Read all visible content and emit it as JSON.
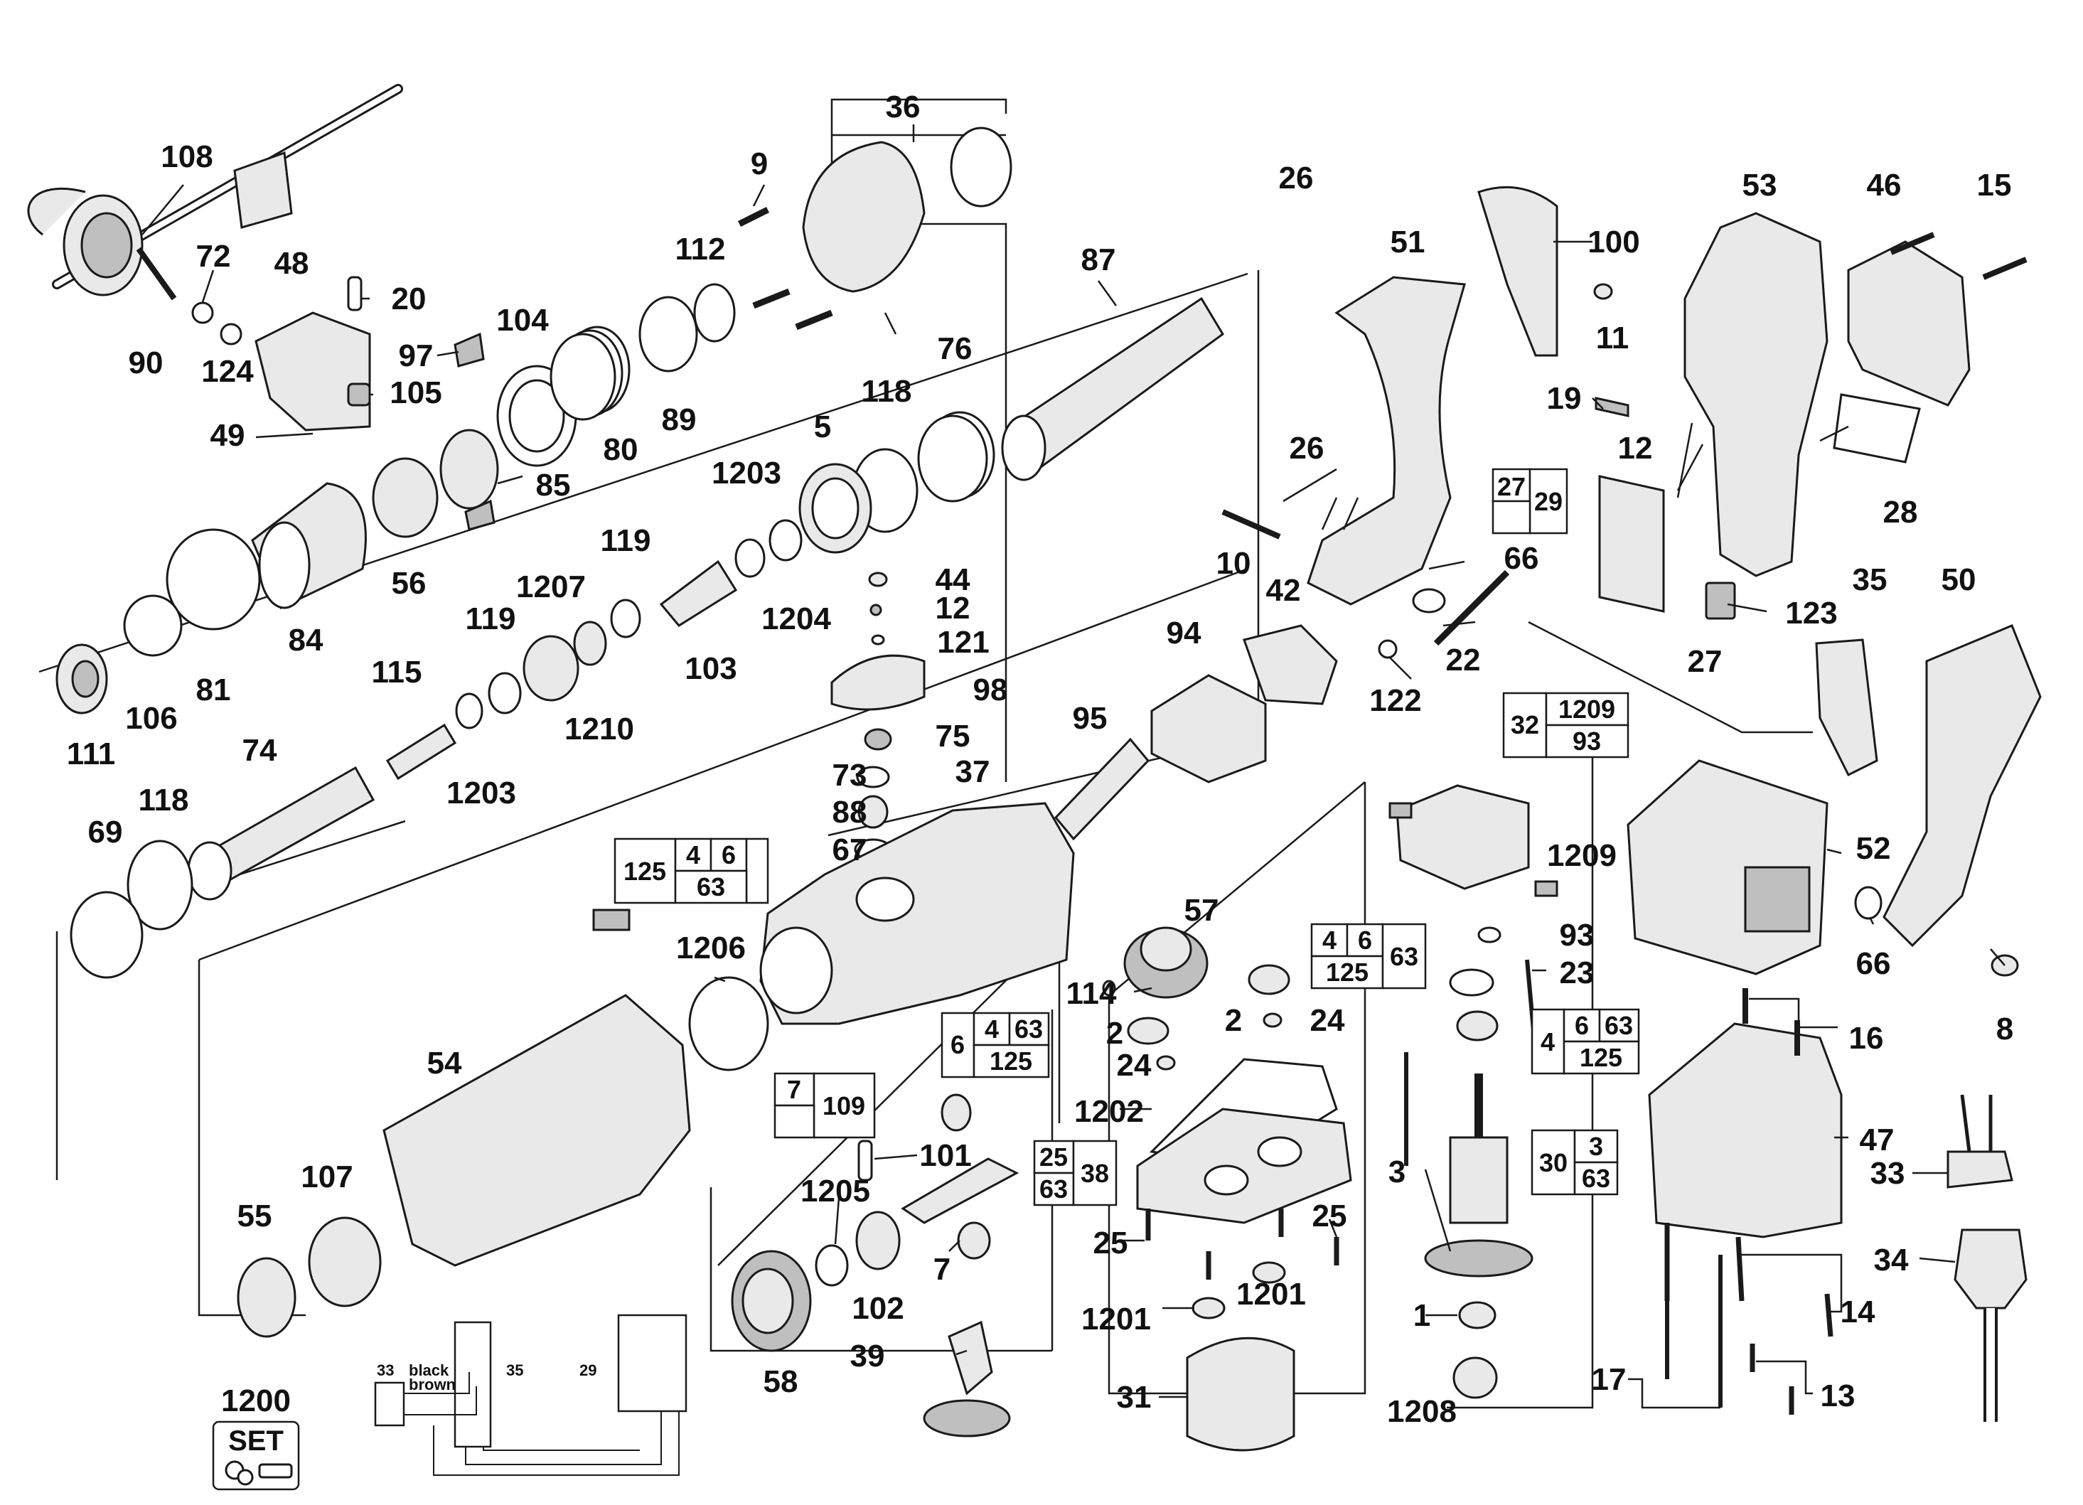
{
  "diagram": {
    "part_numbers": [
      "108",
      "36",
      "9",
      "112",
      "87",
      "90",
      "72",
      "48",
      "20",
      "124",
      "105",
      "49",
      "97",
      "104",
      "80",
      "89",
      "76",
      "118",
      "5",
      "1203",
      "85",
      "56",
      "84",
      "81",
      "106",
      "111",
      "119",
      "1207",
      "1204",
      "103",
      "44",
      "12",
      "121",
      "98",
      "115",
      "1210",
      "119",
      "1203",
      "74",
      "118",
      "69",
      "75",
      "73",
      "37",
      "88",
      "67",
      "95",
      "94",
      "26",
      "51",
      "100",
      "53",
      "46",
      "15",
      "11",
      "19",
      "12",
      "26",
      "10",
      "66",
      "42",
      "22",
      "122",
      "123",
      "27",
      "35",
      "50",
      "28",
      "52",
      "66",
      "8",
      "57",
      "1206",
      "114",
      "2",
      "2",
      "24",
      "24",
      "54",
      "107",
      "55",
      "101",
      "1205",
      "102",
      "7",
      "58",
      "39",
      "1202",
      "25",
      "25",
      "1201",
      "1201",
      "31",
      "3",
      "1",
      "1208",
      "93",
      "23",
      "16",
      "47",
      "33",
      "34",
      "14",
      "17",
      "13",
      "1209",
      "1200"
    ],
    "reference_tables": {
      "t_27_29": [
        "27",
        "29"
      ],
      "t_32": [
        "32",
        "1209",
        "93"
      ],
      "t_125": [
        "125",
        "4",
        "6",
        "63"
      ],
      "t_4_6_63": [
        "4",
        "6",
        "125",
        "63"
      ],
      "t_6_4_63": [
        "6",
        "4",
        "63",
        "125"
      ],
      "t_7_109": [
        "7",
        "109"
      ],
      "t_25_38": [
        "25",
        "38",
        "63"
      ],
      "t_4_6_63_b": [
        "4",
        "6",
        "63",
        "125"
      ],
      "t_30": [
        "30",
        "3",
        "63"
      ]
    },
    "wiring": {
      "labels": [
        "33",
        "35",
        "29",
        "black",
        "brown"
      ]
    },
    "set_badge": "SET",
    "set_number": "1200"
  }
}
